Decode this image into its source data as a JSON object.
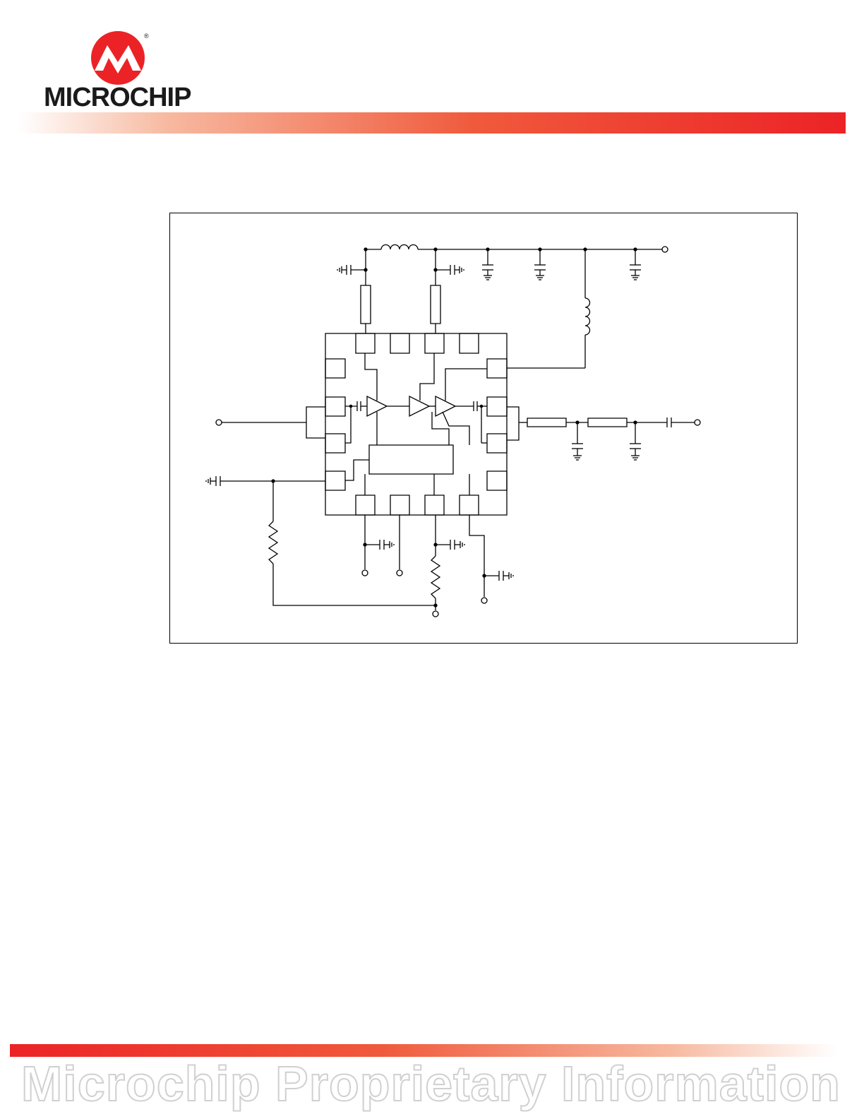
{
  "brand": {
    "name": "Microchip",
    "wordmark": "MICROCHIP",
    "logo_icon": "microchip-logo-icon",
    "registered_mark": "®",
    "colors": {
      "red": "#ec2326",
      "light": "#f7b9a0",
      "text": "#1a1a1a"
    }
  },
  "footer": {
    "watermark": "Microchip Proprietary Information"
  },
  "diagram": {
    "type": "circuit-schematic",
    "icons": [
      "inductor-icon",
      "capacitor-icon",
      "resistor-icon",
      "ground-icon",
      "amplifier-icon",
      "terminal-icon"
    ]
  }
}
